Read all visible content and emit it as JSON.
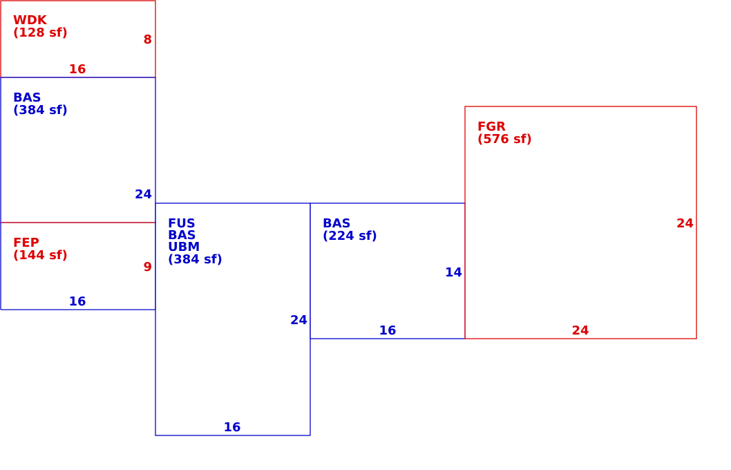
{
  "colors": {
    "red": "#dd0000",
    "blue": "#0000cc"
  },
  "areas": {
    "wdk": {
      "code": "WDK",
      "area": "(128 sf)",
      "dim_side": "8",
      "dim_bottom": "16",
      "color": "#dd0000"
    },
    "bas_top": {
      "code": "BAS",
      "area": "(384 sf)",
      "dim_side": "24",
      "color": "#0000cc"
    },
    "fep": {
      "code": "FEP",
      "area": "(144 sf)",
      "dim_side": "9",
      "dim_bottom": "16",
      "color": "#dd0000"
    },
    "fus": {
      "codes": [
        "FUS",
        "BAS",
        "UBM"
      ],
      "area": "(384 sf)",
      "dim_side": "24",
      "dim_bottom": "16",
      "color": "#0000cc"
    },
    "bas_mid": {
      "code": "BAS",
      "area": "(224 sf)",
      "dim_side": "14",
      "dim_bottom": "16",
      "color": "#0000cc"
    },
    "fgr": {
      "code": "FGR",
      "area": "(576 sf)",
      "dim_side": "24",
      "dim_bottom": "24",
      "color": "#dd0000"
    }
  }
}
